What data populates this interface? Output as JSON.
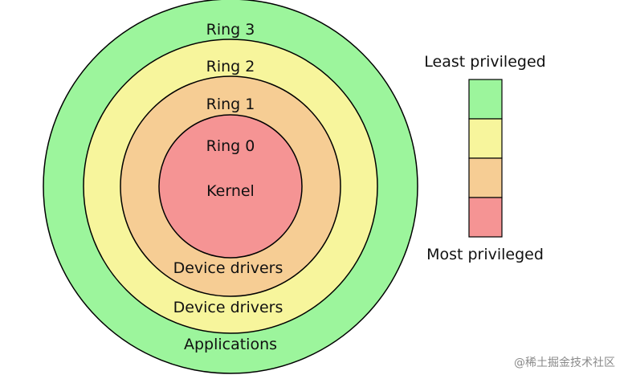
{
  "rings": [
    {
      "ring_label": "Ring 3",
      "content_label": "Applications",
      "color": "#9cf59c"
    },
    {
      "ring_label": "Ring 2",
      "content_label": "Device drivers",
      "color": "#f7f59c"
    },
    {
      "ring_label": "Ring 1",
      "content_label": "Device drivers",
      "color": "#f6cd94"
    },
    {
      "ring_label": "Ring 0",
      "content_label": "Kernel",
      "color": "#f59494"
    }
  ],
  "legend": {
    "top_label": "Least privileged",
    "bottom_label": "Most privileged",
    "swatches": [
      "#9cf59c",
      "#f7f59c",
      "#f6cd94",
      "#f59494"
    ]
  },
  "watermark": {
    "text": "@稀土掘金技术社区"
  }
}
